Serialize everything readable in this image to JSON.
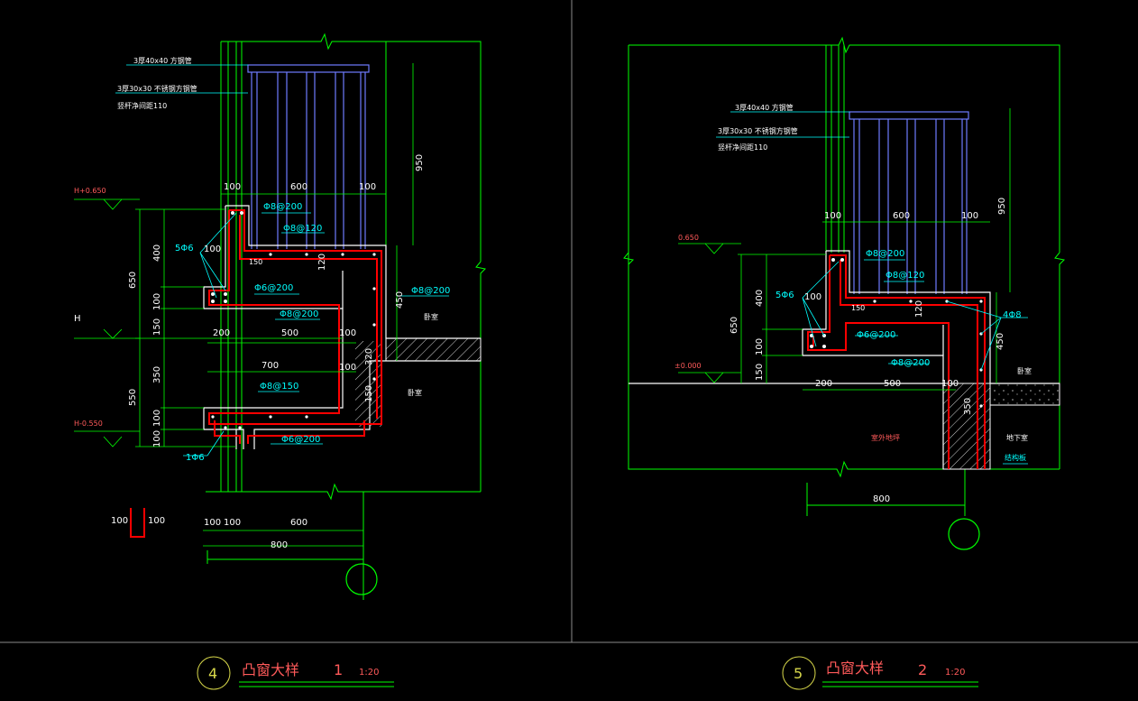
{
  "colors": {
    "background": "#000000",
    "green": "#00ff00",
    "cyan": "#00ffff",
    "red": "#ff0000",
    "blue": "#6f7cff",
    "white": "#ffffff",
    "yellow": "#ffff00",
    "grey": "#8a8a8a",
    "title_red": "#ff5a5a",
    "title_yellow": "#d8d84a"
  },
  "left": {
    "note1": "3厚40x40  方钢管",
    "note2": "3厚30x30  不锈钢方钢管",
    "note3": "竖杆净间距110",
    "levels": {
      "top": "H+0.650",
      "mid": "H",
      "bottom": "H-0.550"
    },
    "dims": {
      "v950": "950",
      "v650": "650",
      "v550": "550",
      "v400": "400",
      "v100a": "100",
      "v150": "150",
      "v350": "350",
      "v100b": "100",
      "v100c": "100",
      "v450": "450",
      "v120": "120",
      "v320": "320",
      "v150b": "150",
      "h100a": "100",
      "h600": "600",
      "h100b": "100",
      "h100c": "100",
      "h150": "150",
      "h200": "200",
      "h500": "500",
      "h100d": "100",
      "h700": "700",
      "h100e": "100",
      "b100a": "100",
      "b100b": "100",
      "b600": "600",
      "b800": "800",
      "cut100a": "100",
      "cut100b": "100"
    },
    "rebar": {
      "r1": "Φ8@200",
      "r2": "Φ8@120",
      "r3": "5Φ6",
      "r4": "Φ6@200",
      "r5": "Φ8@200",
      "r6": "Φ8@200",
      "r7": "Φ8@150",
      "r8": "Φ6@200",
      "r9": "1Φ6"
    },
    "room": "卧室",
    "room2": "卧室"
  },
  "right": {
    "note1": "3厚40x40  方钢管",
    "note2": "3厚30x30  不锈钢方钢管",
    "note3": "竖杆净间距110",
    "levels": {
      "top": "0.650",
      "zero": "±0.000"
    },
    "dims": {
      "v950": "950",
      "v650": "650",
      "v400": "400",
      "v100": "100",
      "v150": "150",
      "v120": "120",
      "v450": "450",
      "v350": "350",
      "h100a": "100",
      "h600": "600",
      "h100b": "100",
      "h100c": "100",
      "h150": "150",
      "h200": "200",
      "h500": "500",
      "h100d": "100",
      "b800": "800"
    },
    "rebar": {
      "r1": "Φ8@200",
      "r2": "Φ8@120",
      "r3": "5Φ6",
      "r4": "Φ6@200",
      "r5": "Φ8@200",
      "r6": "4Φ8"
    },
    "room": "卧室",
    "outdoor": "室外地坪",
    "basement": "地下室",
    "structure": "结构板"
  },
  "titles": [
    {
      "number": "4",
      "name": "凸窗大样",
      "index": "1",
      "scale": "1:20"
    },
    {
      "number": "5",
      "name": "凸窗大样",
      "index": "2",
      "scale": "1:20"
    }
  ]
}
